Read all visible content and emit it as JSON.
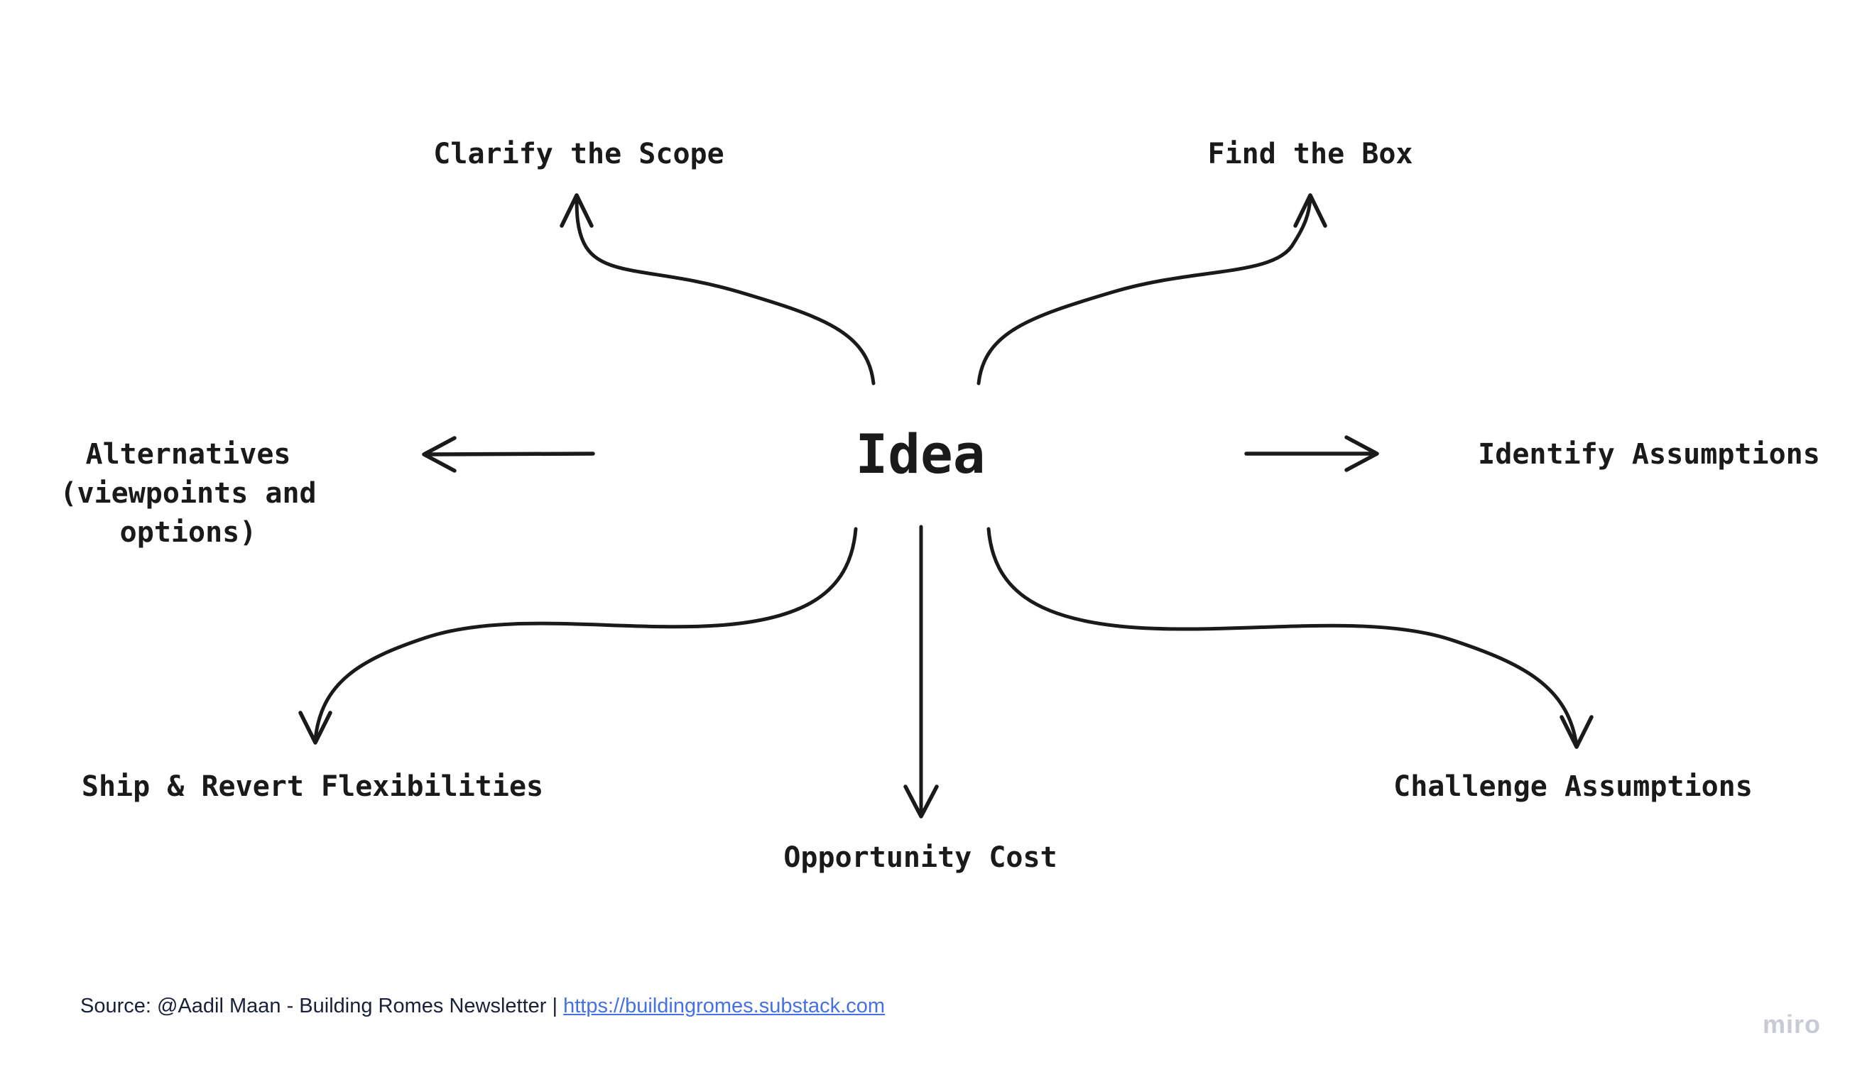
{
  "center": {
    "label": "Idea"
  },
  "branches": {
    "clarify_scope": {
      "label": "Clarify the Scope"
    },
    "find_box": {
      "label": "Find the Box"
    },
    "alternatives": {
      "label": "Alternatives\n(viewpoints and\noptions)"
    },
    "identify_assumptions": {
      "label": "Identify Assumptions"
    },
    "ship_revert": {
      "label": "Ship & Revert Flexibilities"
    },
    "opportunity_cost": {
      "label": "Opportunity Cost"
    },
    "challenge_assumptions": {
      "label": "Challenge Assumptions"
    }
  },
  "footer": {
    "source_prefix": "Source: @Aadil Maan - Building Romes Newsletter | ",
    "source_link": "https://buildingromes.substack.com"
  },
  "watermark": {
    "label": "miro"
  },
  "colors": {
    "background": "#ffffff",
    "stroke": "#1a1a1a",
    "text": "#1a1a1a",
    "source_text": "#1a2038",
    "link": "#4671e6",
    "watermark": "#c8cad4"
  }
}
